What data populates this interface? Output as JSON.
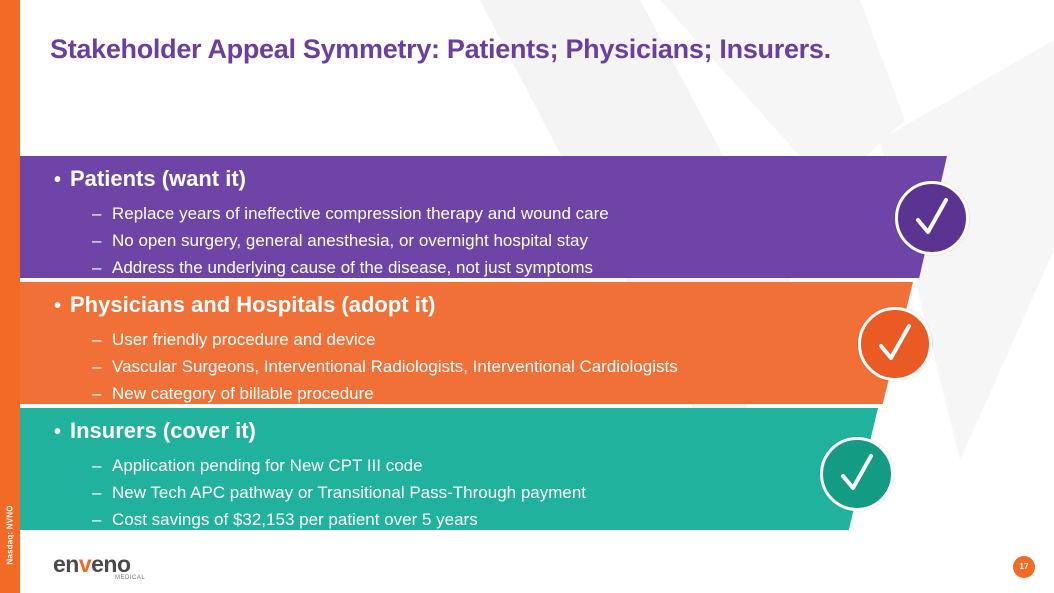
{
  "side_label": "Nasdaq: NVNO",
  "title": "Stakeholder Appeal Symmetry: Patients; Physicians; Insurers.",
  "bullet_glyph": "•",
  "dash_glyph": "–",
  "colors": {
    "accent_orange": "#f26a26",
    "title_purple": "#6b3fa0",
    "band_purple": "#6e45a6",
    "band_orange": "#f07038",
    "band_teal": "#21b29d"
  },
  "bands": [
    {
      "heading": "Patients (want it)",
      "items": [
        "Replace years of ineffective compression therapy and wound care",
        "No open surgery, general anesthesia, or overnight hospital stay",
        "Address the underlying cause of the disease, not just symptoms"
      ],
      "icon": "checkmark-icon"
    },
    {
      "heading": "Physicians and Hospitals (adopt it)",
      "items": [
        "User friendly procedure and device",
        "Vascular Surgeons, Interventional Radiologists, Interventional Cardiologists",
        "New category of billable procedure"
      ],
      "icon": "checkmark-icon"
    },
    {
      "heading": "Insurers (cover it)",
      "items": [
        "Application pending for New CPT III code",
        "New Tech APC pathway or Transitional Pass-Through payment",
        "Cost savings of $32,153 per patient over 5 years"
      ],
      "icon": "checkmark-icon"
    }
  ],
  "logo": {
    "prefix": "en",
    "middle": "v",
    "suffix": "eno",
    "subtitle": "MEDICAL"
  },
  "page_number": "17"
}
